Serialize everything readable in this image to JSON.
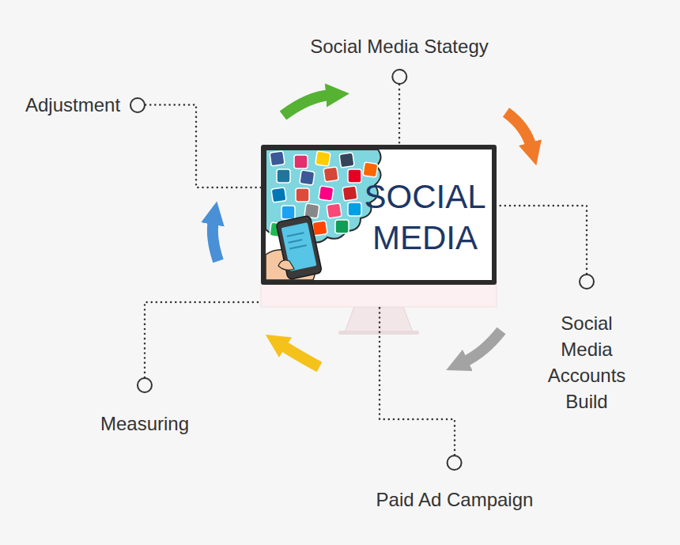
{
  "diagram": {
    "nodes": [
      {
        "text": [
          "SOCIAL MEDIA"
        ]
      },
      {
        "text": [
          "Social Media Stategy"
        ]
      },
      {
        "text": [
          "Adjustment"
        ]
      },
      {
        "text": [
          "Social Media Accounts Build"
        ]
      },
      {
        "text": [
          "Paid Ad Campaign"
        ]
      },
      {
        "text": [
          "Measuring"
        ]
      }
    ],
    "edges": [
      {
        "from": 1,
        "to": 0,
        "arrow": "none"
      },
      {
        "from": 2,
        "to": 0,
        "arrow": "none"
      },
      {
        "from": 3,
        "to": 0,
        "arrow": "none"
      },
      {
        "from": 4,
        "to": 0,
        "arrow": "none"
      },
      {
        "from": 5,
        "to": 0,
        "arrow": "none"
      }
    ]
  }
}
